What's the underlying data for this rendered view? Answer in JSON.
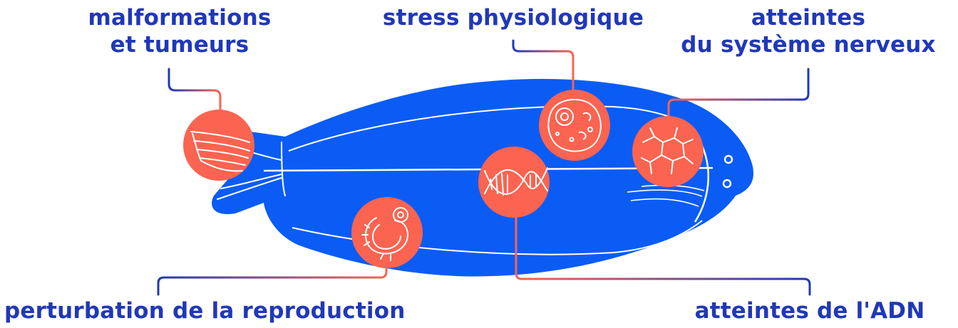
{
  "labels": {
    "malformations": {
      "line1": "malformations",
      "line2": "et tumeurs"
    },
    "stress": {
      "line1": "stress physiologique"
    },
    "nerveux": {
      "line1": "atteintes",
      "line2": "du système nerveux"
    },
    "reproduction": {
      "line1": "perturbation de la reproduction"
    },
    "adn": {
      "line1": "atteintes de l'ADN"
    }
  },
  "colors": {
    "fish": "#0a5cf5",
    "fish_lines": "#ffffff",
    "badge": "#fa6450",
    "text": "#2038b8",
    "connector_start": "#fa6450",
    "connector_end": "#2038b8"
  },
  "icons": {
    "malformations": "fin-bones-icon",
    "stress": "cell-icon",
    "nerveux": "neuron-network-icon",
    "adn": "dna-helix-icon",
    "reproduction": "embryo-icon"
  }
}
